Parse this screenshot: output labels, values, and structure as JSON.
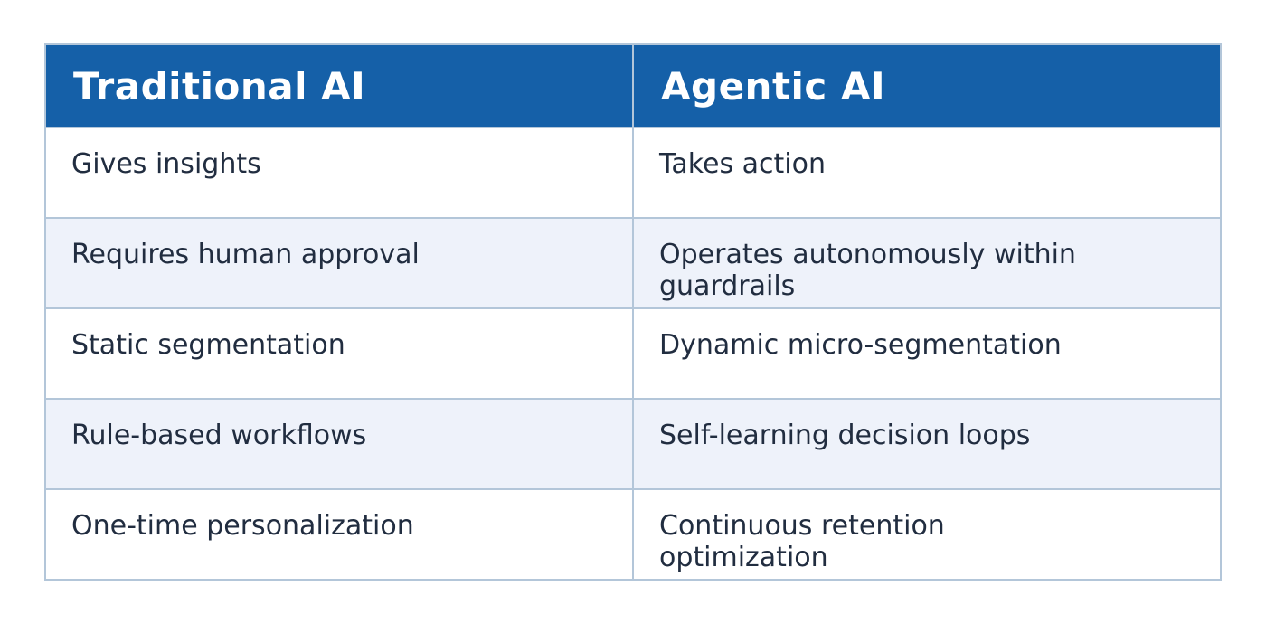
{
  "colors": {
    "header_bg": "#1560a8",
    "header_text": "#ffffff",
    "row_bg": "#ffffff",
    "row_alt_bg": "#eef2fa",
    "border": "#b3c6d9",
    "body_text": "#212d40",
    "page_bg": "#ffffff"
  },
  "chart_data": {
    "type": "table",
    "columns": [
      "Traditional AI",
      "Agentic AI"
    ],
    "rows": [
      [
        "Gives insights",
        "Takes action"
      ],
      [
        "Requires human approval",
        "Operates autonomously within guardrails"
      ],
      [
        "Static segmentation",
        "Dynamic micro-segmentation"
      ],
      [
        "Rule-based workflows",
        "Self-learning decision loops"
      ],
      [
        "One-time personalization",
        "Continuous retention optimization"
      ]
    ]
  },
  "table": {
    "headers": [
      "Traditional AI",
      "Agentic AI"
    ],
    "rows": [
      [
        "Gives insights",
        "Takes action"
      ],
      [
        "Requires human approval",
        "Operates autonomously within\nguardrails"
      ],
      [
        "Static segmentation",
        "Dynamic micro-segmentation"
      ],
      [
        "Rule-based workflows",
        "Self-learning decision loops"
      ],
      [
        "One-time personalization",
        "Continuous retention\noptimization"
      ]
    ]
  }
}
